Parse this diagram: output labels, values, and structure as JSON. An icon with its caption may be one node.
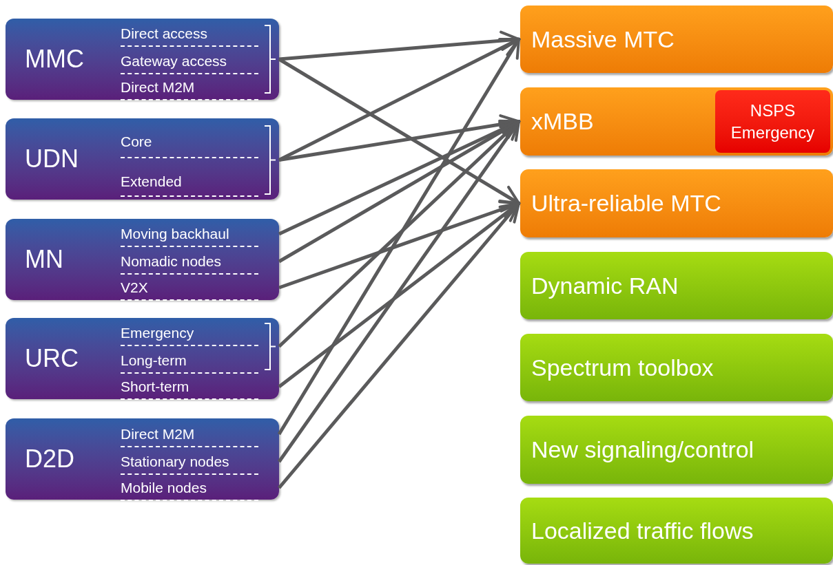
{
  "diagram": {
    "nodes": [
      {
        "text": [
          "MMC"
        ]
      },
      {
        "text": [
          "Direct access"
        ],
        "in": 0
      },
      {
        "text": [
          "Gateway access"
        ],
        "in": 0
      },
      {
        "text": [
          "Direct  M2M"
        ],
        "in": 0
      },
      {
        "text": [
          "UDN"
        ]
      },
      {
        "text": [
          "Core"
        ],
        "in": 4
      },
      {
        "text": [
          "Extended"
        ],
        "in": 4
      },
      {
        "text": [
          "MN"
        ]
      },
      {
        "text": [
          "Moving backhaul"
        ],
        "in": 7
      },
      {
        "text": [
          "Nomadic nodes"
        ],
        "in": 7
      },
      {
        "text": [
          "V2X"
        ],
        "in": 7
      },
      {
        "text": [
          "URC"
        ]
      },
      {
        "text": [
          "Emergency"
        ],
        "in": 11
      },
      {
        "text": [
          "Long-term"
        ],
        "in": 11
      },
      {
        "text": [
          "Short-term"
        ],
        "in": 11
      },
      {
        "text": [
          "D2D"
        ]
      },
      {
        "text": [
          "Direct M2M"
        ],
        "in": 15
      },
      {
        "text": [
          "Stationary nodes"
        ],
        "in": 15
      },
      {
        "text": [
          "Mobile nodes"
        ],
        "in": 15
      },
      {
        "text": [
          "Massive MTC"
        ]
      },
      {
        "text": [
          "xMBB"
        ]
      },
      {
        "text": [
          "NSPS Emergency"
        ],
        "in": 20
      },
      {
        "text": [
          "Ultra-reliable MTC"
        ]
      },
      {
        "text": [
          "Dynamic RAN"
        ]
      },
      {
        "text": [
          "Spectrum toolbox"
        ]
      },
      {
        "text": [
          "New signaling/control"
        ]
      },
      {
        "text": [
          "Localized traffic flows"
        ]
      }
    ],
    "edges": [
      {
        "from": 0,
        "to": 19,
        "arrow": "to"
      },
      {
        "from": 0,
        "to": 22,
        "arrow": "to"
      },
      {
        "from": 4,
        "to": 19,
        "arrow": "to"
      },
      {
        "from": 4,
        "to": 20,
        "arrow": "to"
      },
      {
        "from": 8,
        "to": 20,
        "arrow": "to"
      },
      {
        "from": 9,
        "to": 20,
        "arrow": "to"
      },
      {
        "from": 10,
        "to": 22,
        "arrow": "to"
      },
      {
        "from": 11,
        "to": 20,
        "arrow": "to"
      },
      {
        "from": 14,
        "to": 22,
        "arrow": "to"
      },
      {
        "from": 16,
        "to": 19,
        "arrow": "to"
      },
      {
        "from": 17,
        "to": 20,
        "arrow": "to"
      },
      {
        "from": 18,
        "to": 22,
        "arrow": "to"
      }
    ]
  }
}
